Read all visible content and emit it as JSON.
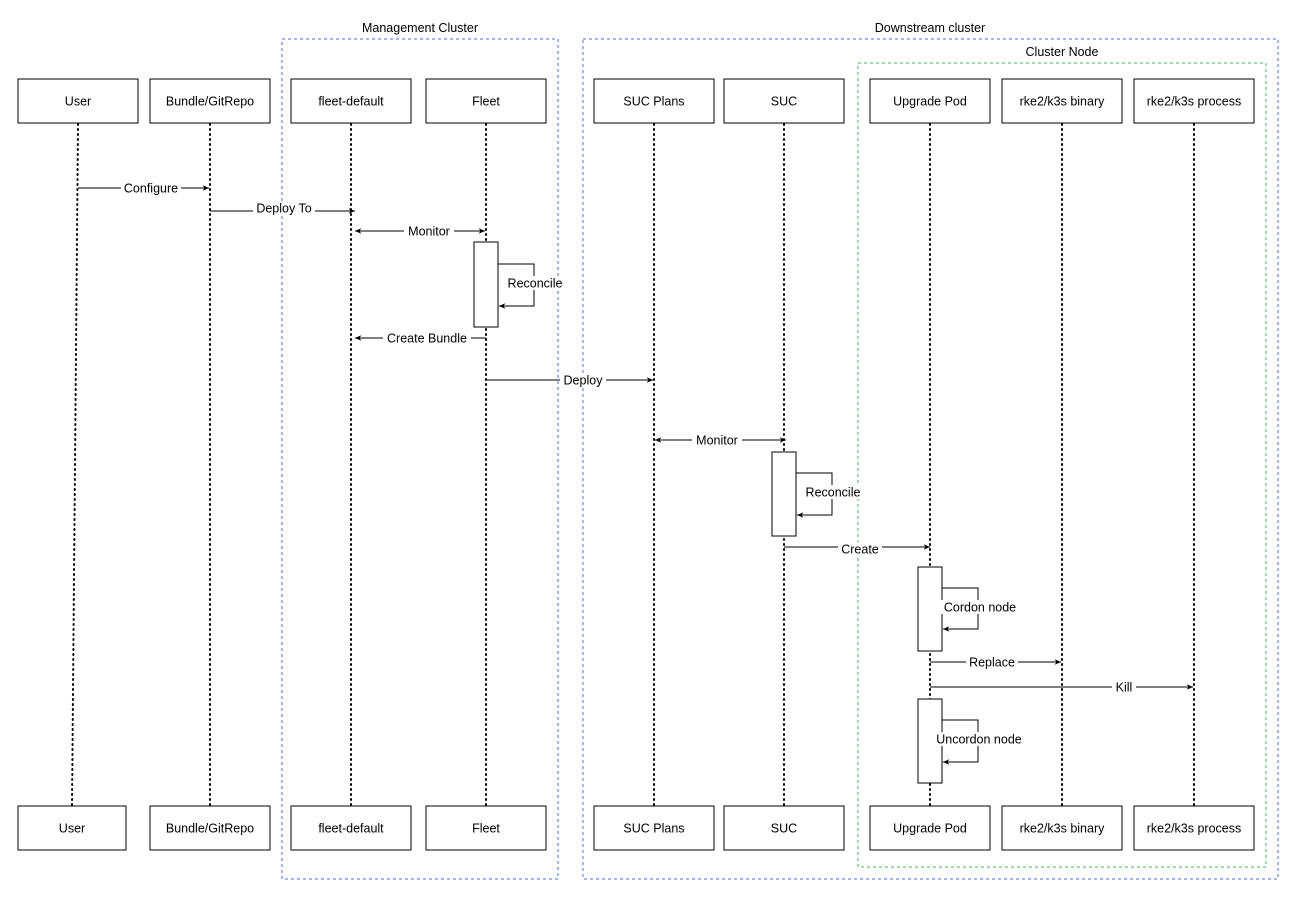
{
  "groups": {
    "management": {
      "label": "Management Cluster",
      "color": "#4a6cf7"
    },
    "downstream": {
      "label": "Downstream cluster",
      "color": "#4a6cf7"
    },
    "cluster_node": {
      "label": "Cluster Node",
      "color": "#3fb950"
    }
  },
  "participants": {
    "user": {
      "top": "User",
      "bottom": "User"
    },
    "bundle": {
      "top": "Bundle/GitRepo",
      "bottom": "Bundle/GitRepo"
    },
    "fleet_default": {
      "top": "fleet-default",
      "bottom": "fleet-default"
    },
    "fleet": {
      "top": "Fleet",
      "bottom": "Fleet"
    },
    "suc_plans": {
      "top": "SUC Plans",
      "bottom": "SUC Plans"
    },
    "suc": {
      "top": "SUC",
      "bottom": "SUC"
    },
    "upgrade_pod": {
      "top": "Upgrade Pod",
      "bottom": "Upgrade Pod"
    },
    "binary": {
      "top": "rke2/k3s binary",
      "bottom": "rke2/k3s binary"
    },
    "process": {
      "top": "rke2/k3s process",
      "bottom": "rke2/k3s process"
    }
  },
  "messages": {
    "configure": "Configure",
    "deploy_to": "Deploy To",
    "monitor_fleet": "Monitor",
    "reconcile_fleet": "Reconcile",
    "create_bundle": "Create Bundle",
    "deploy": "Deploy",
    "monitor_suc": "Monitor",
    "reconcile_suc": "Reconcile",
    "create": "Create",
    "cordon": "Cordon node",
    "replace": "Replace",
    "kill": "Kill",
    "uncordon": "Uncordon node"
  }
}
